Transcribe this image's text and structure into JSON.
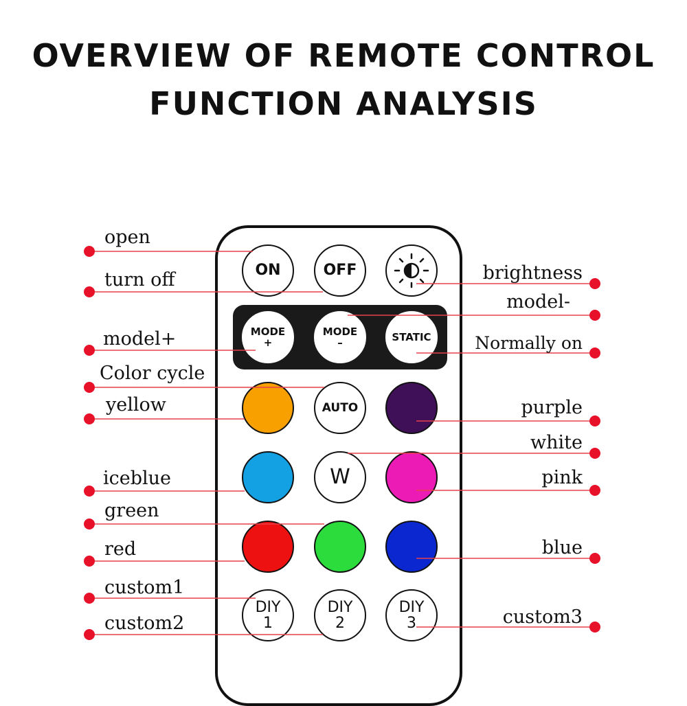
{
  "title": {
    "line1": "OVERVIEW OF REMOTE CONTROL",
    "line2": "FUNCTION ANALYSIS"
  },
  "buttons": {
    "on": "ON",
    "off": "OFF",
    "brightness_icon": "brightness-icon",
    "mode_plus": {
      "line1": "MODE",
      "line2": "+"
    },
    "mode_minus": {
      "line1": "MODE",
      "line2": "–"
    },
    "static": "STATIC",
    "auto": "AUTO",
    "w": "W",
    "diy1": {
      "line1": "DIY",
      "line2": "1"
    },
    "diy2": {
      "line1": "DIY",
      "line2": "2"
    },
    "diy3": {
      "line1": "DIY",
      "line2": "3"
    }
  },
  "colors": {
    "yellow": "#f8a000",
    "purple": "#3f0f57",
    "iceblue": "#14a1e3",
    "pink": "#ec1bb5",
    "red": "#ee1111",
    "green": "#2cdc3c",
    "blue": "#0b27cf",
    "line": "#e8404a",
    "dot": "#e8112a"
  },
  "labels": {
    "open": "open",
    "turn_off": "turn off",
    "model_plus": "model+",
    "color_cycle": "Color cycle",
    "yellow": "yellow",
    "iceblue": "iceblue",
    "green": "green",
    "red": "red",
    "custom1": "custom1",
    "custom2": "custom2",
    "brightness": "brightness",
    "model_minus": "model-",
    "normally_on": "Normally on",
    "purple": "purple",
    "white": "white",
    "pink": "pink",
    "blue": "blue",
    "custom3": "custom3"
  }
}
